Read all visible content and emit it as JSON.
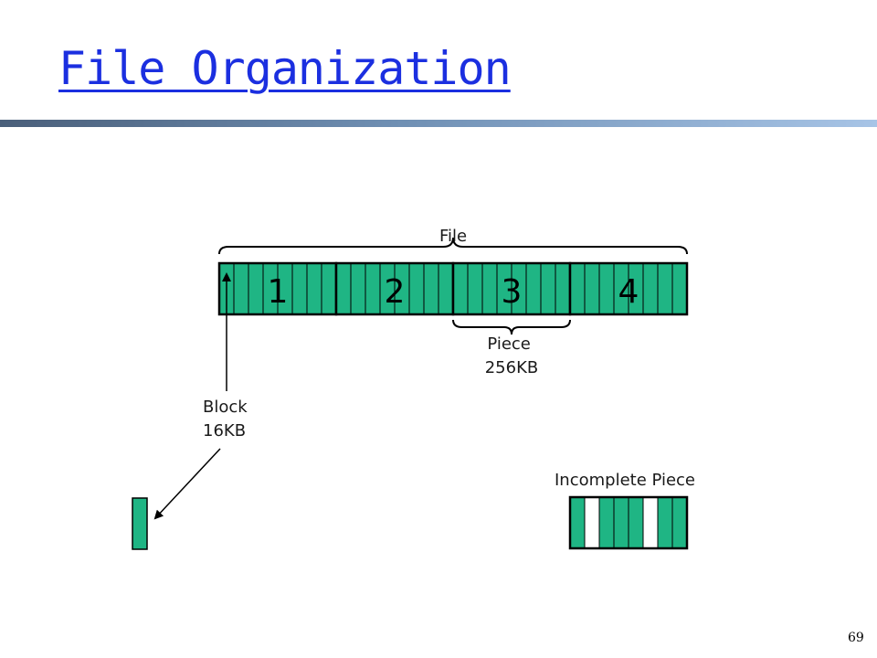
{
  "slide": {
    "title": "File Organization",
    "page_number": "69"
  },
  "diagram": {
    "file_label": "File",
    "piece_label_line1": "Piece",
    "piece_label_line2": "256KB",
    "block_label_line1": "Block",
    "block_label_line2": "16KB",
    "incomplete_label": "Incomplete Piece",
    "piece_numbers": [
      "1",
      "2",
      "3",
      "4"
    ],
    "blocks_per_piece": 8,
    "incomplete_piece_blocks": [
      true,
      false,
      true,
      true,
      true,
      false,
      true,
      true
    ],
    "colors": {
      "block_fill": "#1fb584",
      "empty_fill": "#ffffff",
      "border": "#000000",
      "title": "#1b2fe0"
    }
  }
}
